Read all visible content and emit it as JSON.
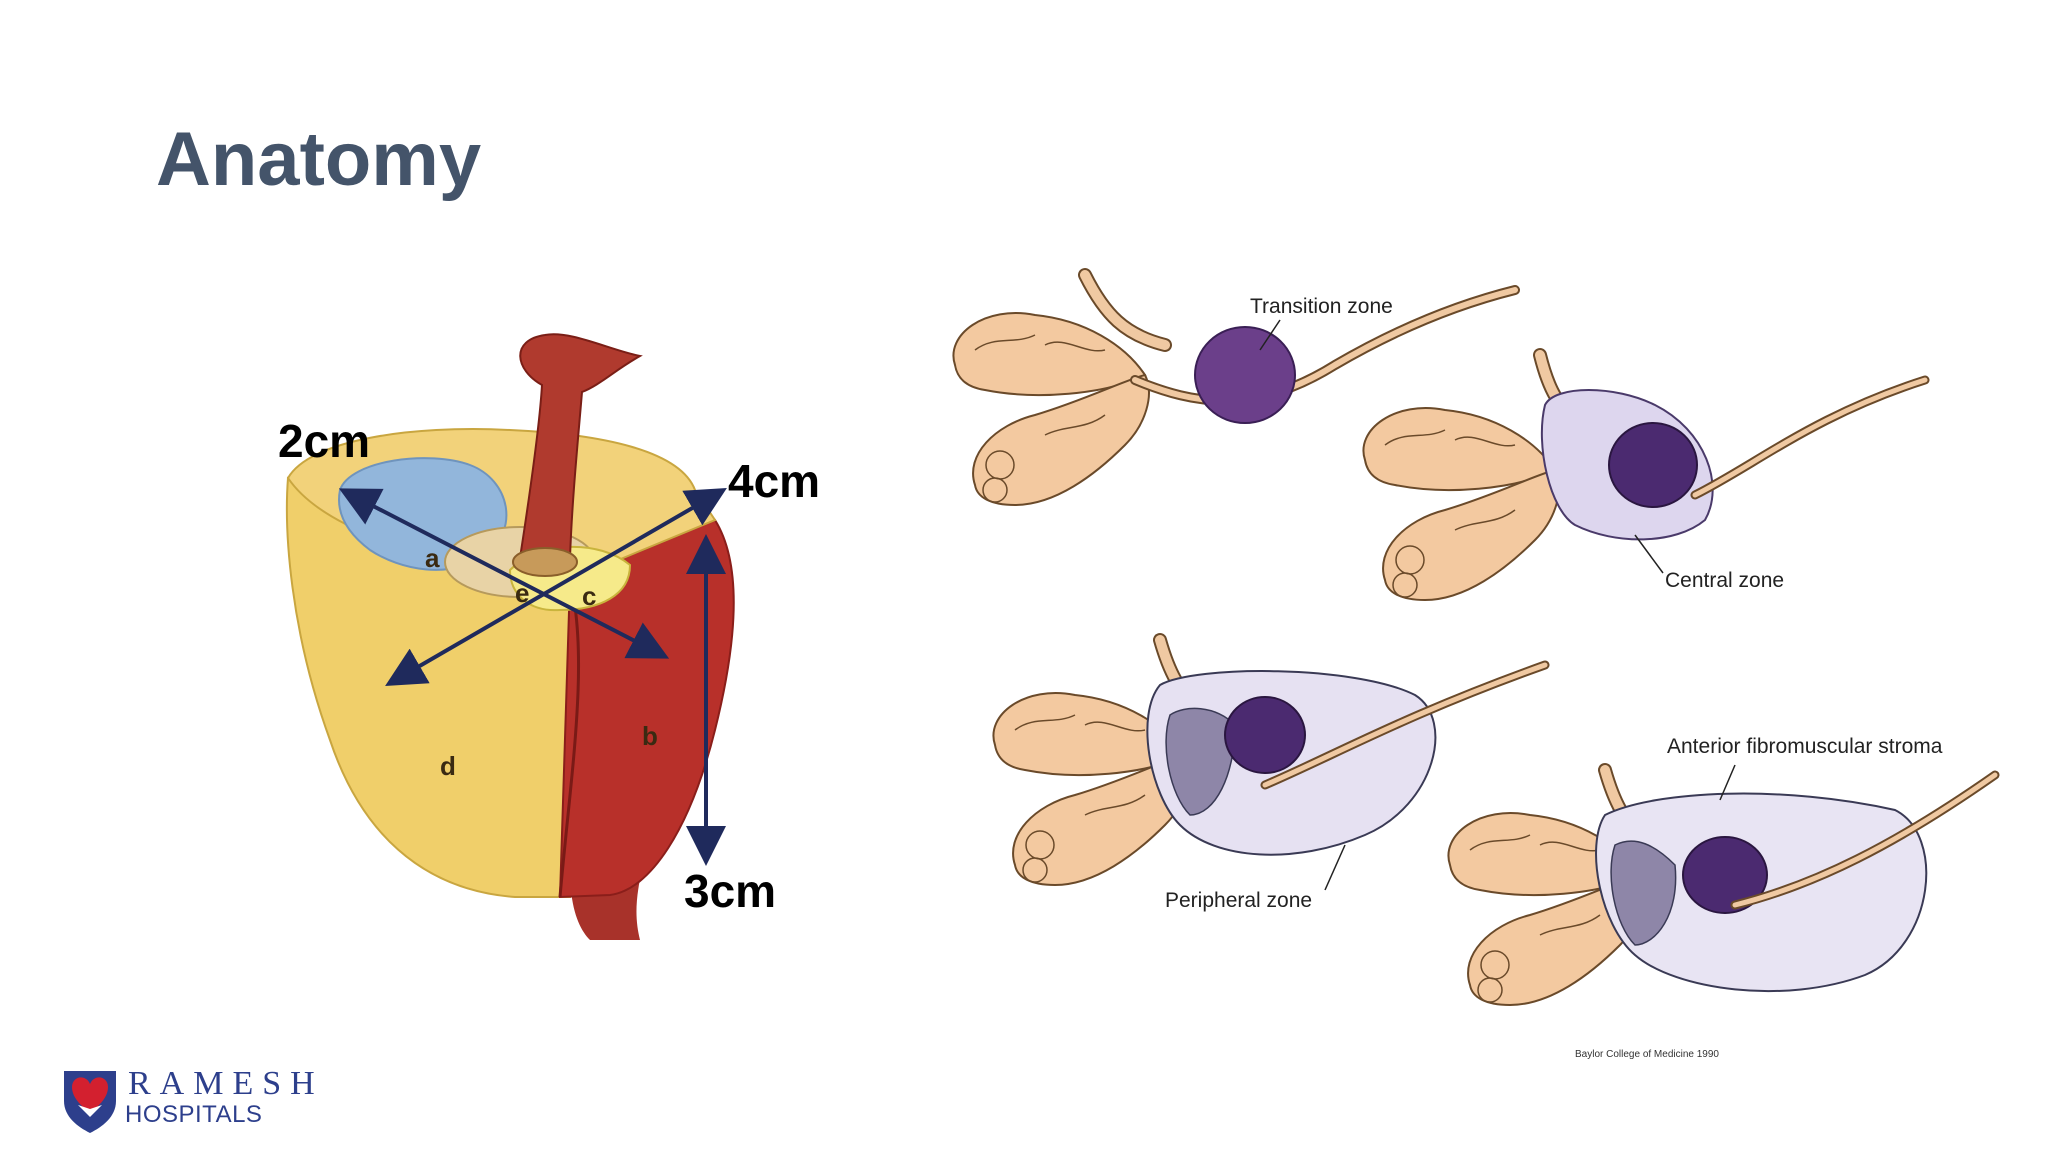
{
  "slide": {
    "title": "Anatomy"
  },
  "left_figure": {
    "measurements": {
      "width": "2cm",
      "length": "4cm",
      "height": "3cm"
    },
    "region_letters": [
      "a",
      "b",
      "c",
      "d",
      "e"
    ]
  },
  "right_figure": {
    "labels": {
      "transition": "Transition zone",
      "central": "Central zone",
      "anterior": "Anterior fibromuscular stroma",
      "peripheral": "Peripheral zone"
    },
    "credit": "Baylor College of Medicine 1990"
  },
  "logo": {
    "name": "RAMESH",
    "sub": "HOSPITALS",
    "icon": "heart-shield-icon"
  },
  "colors": {
    "title": "#44546a",
    "arrow": "#1f2a5c",
    "logo_blue": "#2d3f8c",
    "logo_red": "#d3202f"
  }
}
